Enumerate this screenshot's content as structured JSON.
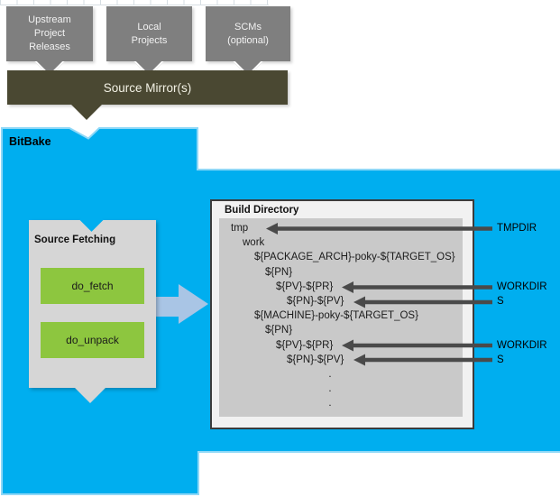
{
  "header_boxes": [
    {
      "label": "Upstream\nProject\nReleases"
    },
    {
      "label": "Local\nProjects"
    },
    {
      "label": "SCMs\n(optional)"
    }
  ],
  "source_mirror": {
    "label": "Source Mirror(s)"
  },
  "bitbake": {
    "label": "BitBake"
  },
  "source_fetching": {
    "title": "Source Fetching",
    "tasks": [
      {
        "label": "do_fetch"
      },
      {
        "label": "do_unpack"
      }
    ]
  },
  "build_directory": {
    "title": "Build Directory",
    "tree": [
      {
        "text": "tmp",
        "indent": 0
      },
      {
        "text": "work",
        "indent": 1
      },
      {
        "text": "${PACKAGE_ARCH}-poky-${TARGET_OS}",
        "indent": 2
      },
      {
        "text": "${PN}",
        "indent": 3
      },
      {
        "text": "${PV}-${PR}",
        "indent": 4
      },
      {
        "text": "${PN}-${PV}",
        "indent": 5
      },
      {
        "text": "${MACHINE}-poky-${TARGET_OS}",
        "indent": 2
      },
      {
        "text": "${PN}",
        "indent": 3
      },
      {
        "text": "${PV}-${PR}",
        "indent": 4
      },
      {
        "text": "${PN}-${PV}",
        "indent": 5
      },
      {
        "text": ".",
        "center": true
      },
      {
        "text": ".",
        "center": true
      },
      {
        "text": ".",
        "center": true
      }
    ]
  },
  "pointers": [
    {
      "label": "TMPDIR"
    },
    {
      "label": "WORKDIR"
    },
    {
      "label": "S"
    },
    {
      "label": "WORKDIR"
    },
    {
      "label": "S"
    }
  ],
  "palette": {
    "blue": "#00AEEF",
    "olive": "#4A4832",
    "green": "#8DC63F",
    "gray": "#7F7F7F",
    "panelgray": "#D6D6D6",
    "arrow_dark": "#4A4A4A",
    "arrow_light": "#A9C5E5"
  }
}
